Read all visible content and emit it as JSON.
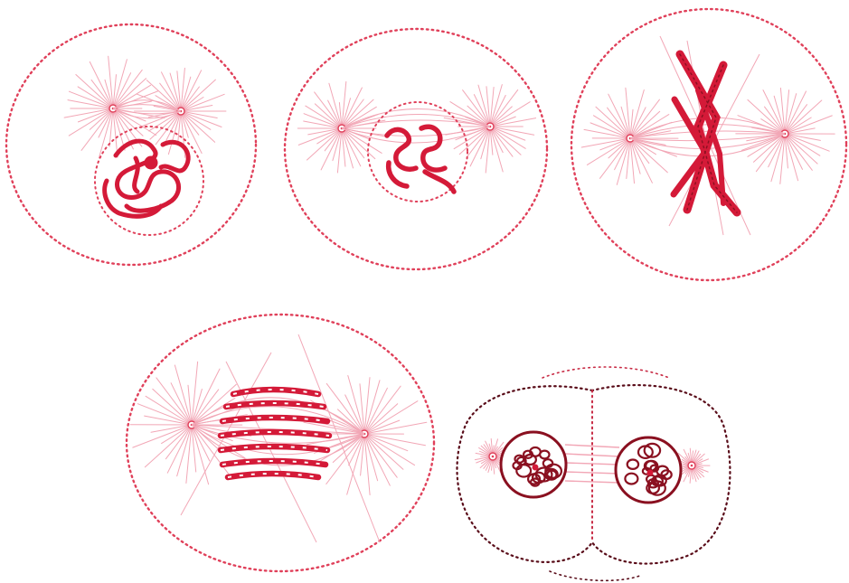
{
  "figure": {
    "description_visible_text": "",
    "colors": {
      "membrane": "#e0405a",
      "spindle": "#f2a7b6",
      "chromosome": "#d41a38",
      "nucleus_dark": "#8a1020",
      "background": "#ffffff"
    },
    "cells": [
      {
        "stage_id": "cell-1",
        "chromosome_state": "condensing-coils",
        "centrosomes": 2
      },
      {
        "stage_id": "cell-2",
        "chromosome_state": "short-coils",
        "centrosomes": 2
      },
      {
        "stage_id": "cell-3",
        "chromosome_state": "x-shaped",
        "centrosomes": 2
      },
      {
        "stage_id": "cell-4",
        "chromosome_state": "aligned-bands",
        "centrosomes": 2
      },
      {
        "stage_id": "cell-5",
        "chromosome_state": "two-nuclei",
        "centrosomes": 2
      }
    ]
  }
}
